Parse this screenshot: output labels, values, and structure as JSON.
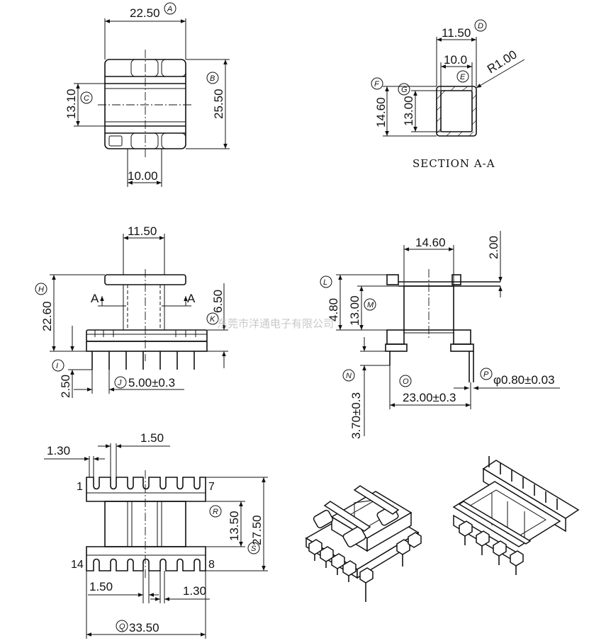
{
  "views": {
    "top": {
      "width": "22.50",
      "width_tag": "A",
      "height": "25.50",
      "height_tag": "B",
      "inner": "13.10",
      "inner_tag": "C",
      "bottom": "10.00"
    },
    "section": {
      "width": "11.50",
      "width_tag": "D",
      "inner_width": "10.0",
      "inner_width_tag": "E",
      "radius": "R1.00",
      "height": "14.60",
      "height_tag": "F",
      "inner_height": "13.00",
      "inner_height_tag": "G",
      "title": "SECTION A-A"
    },
    "front": {
      "width": "11.50",
      "height": "22.60",
      "height_tag": "H",
      "flange": "6.50",
      "flange_tag": "K",
      "pin_len": "2.50",
      "pin_len_tag": "I",
      "pitch": "5.00±0.3",
      "pitch_tag": "J",
      "cut_left": "A",
      "cut_right": "A"
    },
    "side": {
      "width": "14.60",
      "top_off": "2.00",
      "a": "4.80",
      "a_tag": "L",
      "b": "13.00",
      "b_tag": "M",
      "pin": "3.70±0.3",
      "pin_tag": "N",
      "span": "23.00±0.3",
      "span_tag": "O",
      "dia": "φ0.80±0.03",
      "dia_tag": "P"
    },
    "bottom": {
      "top_a": "1.30",
      "top_b": "1.50",
      "pin1": "1",
      "pin7": "7",
      "pin14": "14",
      "pin8": "8",
      "mid": "13.50",
      "mid_tag": "R",
      "total": "27.50",
      "total_tag": "S",
      "bot_a": "1.50",
      "bot_b": "1.30",
      "width": "33.50",
      "width_tag": "Q"
    }
  },
  "watermark": "东莞市洋通电子有限公司"
}
